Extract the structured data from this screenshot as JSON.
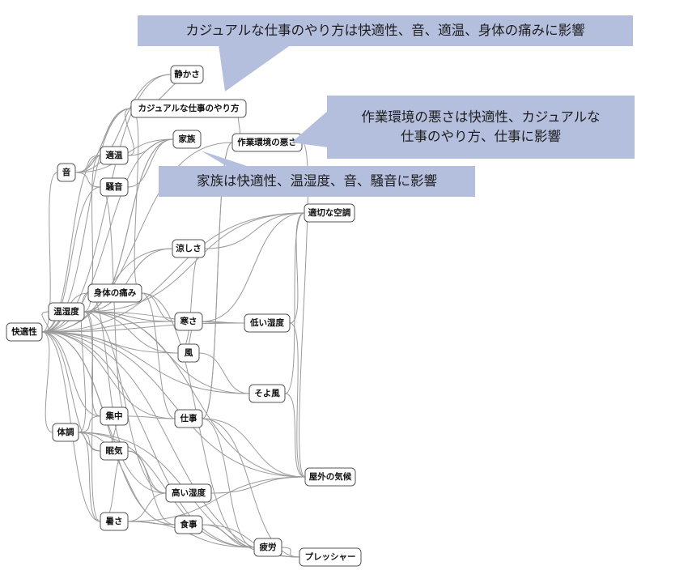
{
  "nodes": [
    {
      "id": "kaiteki",
      "label": "快適性"
    },
    {
      "id": "oto",
      "label": "音"
    },
    {
      "id": "ondo",
      "label": "温湿度"
    },
    {
      "id": "taicho",
      "label": "体調"
    },
    {
      "id": "shizuka",
      "label": "静かさ"
    },
    {
      "id": "casual",
      "label": "カジュアルな仕事のやり方"
    },
    {
      "id": "tekion",
      "label": "適温"
    },
    {
      "id": "kazoku",
      "label": "家族"
    },
    {
      "id": "souon",
      "label": "騒音"
    },
    {
      "id": "sagyou",
      "label": "作業環境の悪さ"
    },
    {
      "id": "kucho",
      "label": "適切な空調"
    },
    {
      "id": "suzushisa",
      "label": "涼しさ"
    },
    {
      "id": "itami",
      "label": "身体の痛み"
    },
    {
      "id": "samusa",
      "label": "寒さ"
    },
    {
      "id": "hikui",
      "label": "低い湿度"
    },
    {
      "id": "kaze",
      "label": "風"
    },
    {
      "id": "soyo",
      "label": "そよ風"
    },
    {
      "id": "shuchu",
      "label": "集中"
    },
    {
      "id": "shigoto",
      "label": "仕事"
    },
    {
      "id": "nemuke",
      "label": "眠気"
    },
    {
      "id": "okugai",
      "label": "屋外の気候"
    },
    {
      "id": "takai",
      "label": "高い湿度"
    },
    {
      "id": "atsusa",
      "label": "暑さ"
    },
    {
      "id": "shokuji",
      "label": "食事"
    },
    {
      "id": "hirou",
      "label": "疲労"
    },
    {
      "id": "pressure",
      "label": "プレッシャー"
    }
  ],
  "edges": [
    [
      "kaiteki",
      "oto"
    ],
    [
      "kaiteki",
      "ondo"
    ],
    [
      "kaiteki",
      "taicho"
    ],
    [
      "kaiteki",
      "shizuka"
    ],
    [
      "kaiteki",
      "casual"
    ],
    [
      "kaiteki",
      "tekion"
    ],
    [
      "kaiteki",
      "kazoku"
    ],
    [
      "kaiteki",
      "souon"
    ],
    [
      "kaiteki",
      "sagyou"
    ],
    [
      "kaiteki",
      "kucho"
    ],
    [
      "kaiteki",
      "suzushisa"
    ],
    [
      "kaiteki",
      "itami"
    ],
    [
      "kaiteki",
      "samusa"
    ],
    [
      "kaiteki",
      "hikui"
    ],
    [
      "kaiteki",
      "kaze"
    ],
    [
      "kaiteki",
      "soyo"
    ],
    [
      "kaiteki",
      "shuchu"
    ],
    [
      "kaiteki",
      "shigoto"
    ],
    [
      "kaiteki",
      "nemuke"
    ],
    [
      "kaiteki",
      "okugai"
    ],
    [
      "kaiteki",
      "takai"
    ],
    [
      "kaiteki",
      "atsusa"
    ],
    [
      "kaiteki",
      "shokuji"
    ],
    [
      "kaiteki",
      "hirou"
    ],
    [
      "kaiteki",
      "pressure"
    ],
    [
      "oto",
      "shizuka"
    ],
    [
      "oto",
      "souon"
    ],
    [
      "oto",
      "tekion"
    ],
    [
      "oto",
      "kazoku"
    ],
    [
      "oto",
      "casual"
    ],
    [
      "ondo",
      "tekion"
    ],
    [
      "ondo",
      "suzushisa"
    ],
    [
      "ondo",
      "samusa"
    ],
    [
      "ondo",
      "kaze"
    ],
    [
      "ondo",
      "hikui"
    ],
    [
      "ondo",
      "soyo"
    ],
    [
      "ondo",
      "takai"
    ],
    [
      "ondo",
      "atsusa"
    ],
    [
      "ondo",
      "kucho"
    ],
    [
      "ondo",
      "okugai"
    ],
    [
      "ondo",
      "shuchu"
    ],
    [
      "ondo",
      "kazoku"
    ],
    [
      "taicho",
      "itami"
    ],
    [
      "taicho",
      "nemuke"
    ],
    [
      "taicho",
      "hirou"
    ],
    [
      "taicho",
      "shokuji"
    ],
    [
      "taicho",
      "shuchu"
    ],
    [
      "taicho",
      "atsusa"
    ],
    [
      "taicho",
      "pressure"
    ],
    [
      "casual",
      "shizuka"
    ],
    [
      "casual",
      "tekion"
    ],
    [
      "casual",
      "itami"
    ],
    [
      "casual",
      "oto"
    ],
    [
      "kazoku",
      "tekion"
    ],
    [
      "kazoku",
      "souon"
    ],
    [
      "kazoku",
      "ondo"
    ],
    [
      "sagyou",
      "casual"
    ],
    [
      "sagyou",
      "shigoto"
    ],
    [
      "sagyou",
      "okugai"
    ],
    [
      "kucho",
      "suzushisa"
    ],
    [
      "kucho",
      "hikui"
    ],
    [
      "kucho",
      "soyo"
    ],
    [
      "kucho",
      "samusa"
    ],
    [
      "itami",
      "shigoto"
    ],
    [
      "itami",
      "nemuke"
    ],
    [
      "itami",
      "hirou"
    ],
    [
      "itami",
      "samusa"
    ],
    [
      "shuchu",
      "shigoto"
    ],
    [
      "shuchu",
      "nemuke"
    ],
    [
      "shuchu",
      "souon"
    ],
    [
      "shigoto",
      "pressure"
    ],
    [
      "shigoto",
      "hirou"
    ],
    [
      "shigoto",
      "okugai"
    ],
    [
      "shigoto",
      "sagyou"
    ],
    [
      "nemuke",
      "shokuji"
    ],
    [
      "nemuke",
      "atsusa"
    ],
    [
      "nemuke",
      "takai"
    ],
    [
      "atsusa",
      "takai"
    ],
    [
      "atsusa",
      "shokuji"
    ],
    [
      "atsusa",
      "hirou"
    ],
    [
      "atsusa",
      "okugai"
    ],
    [
      "shokuji",
      "hirou"
    ],
    [
      "shokuji",
      "pressure"
    ],
    [
      "samusa",
      "kaze"
    ],
    [
      "samusa",
      "hikui"
    ],
    [
      "kaze",
      "soyo"
    ],
    [
      "soyo",
      "okugai"
    ],
    [
      "hikui",
      "okugai"
    ],
    [
      "takai",
      "okugai"
    ],
    [
      "hirou",
      "pressure"
    ],
    [
      "suzushisa",
      "kaze"
    ]
  ],
  "callouts": [
    {
      "id": "casual-note",
      "text": "カジュアルな仕事のやり方は快適性、音、適温、身体の痛みに影響"
    },
    {
      "id": "sagyou-note",
      "lines": [
        "作業環境の悪さは快適性、カジュアルな",
        "仕事のやり方、仕事に影響"
      ]
    },
    {
      "id": "kazoku-note",
      "text": "家族は快適性、温湿度、音、騒音に影響"
    }
  ],
  "colors": {
    "callout": "#b4bfde",
    "edge": "#9a9a9a",
    "node_border": "#555555"
  }
}
